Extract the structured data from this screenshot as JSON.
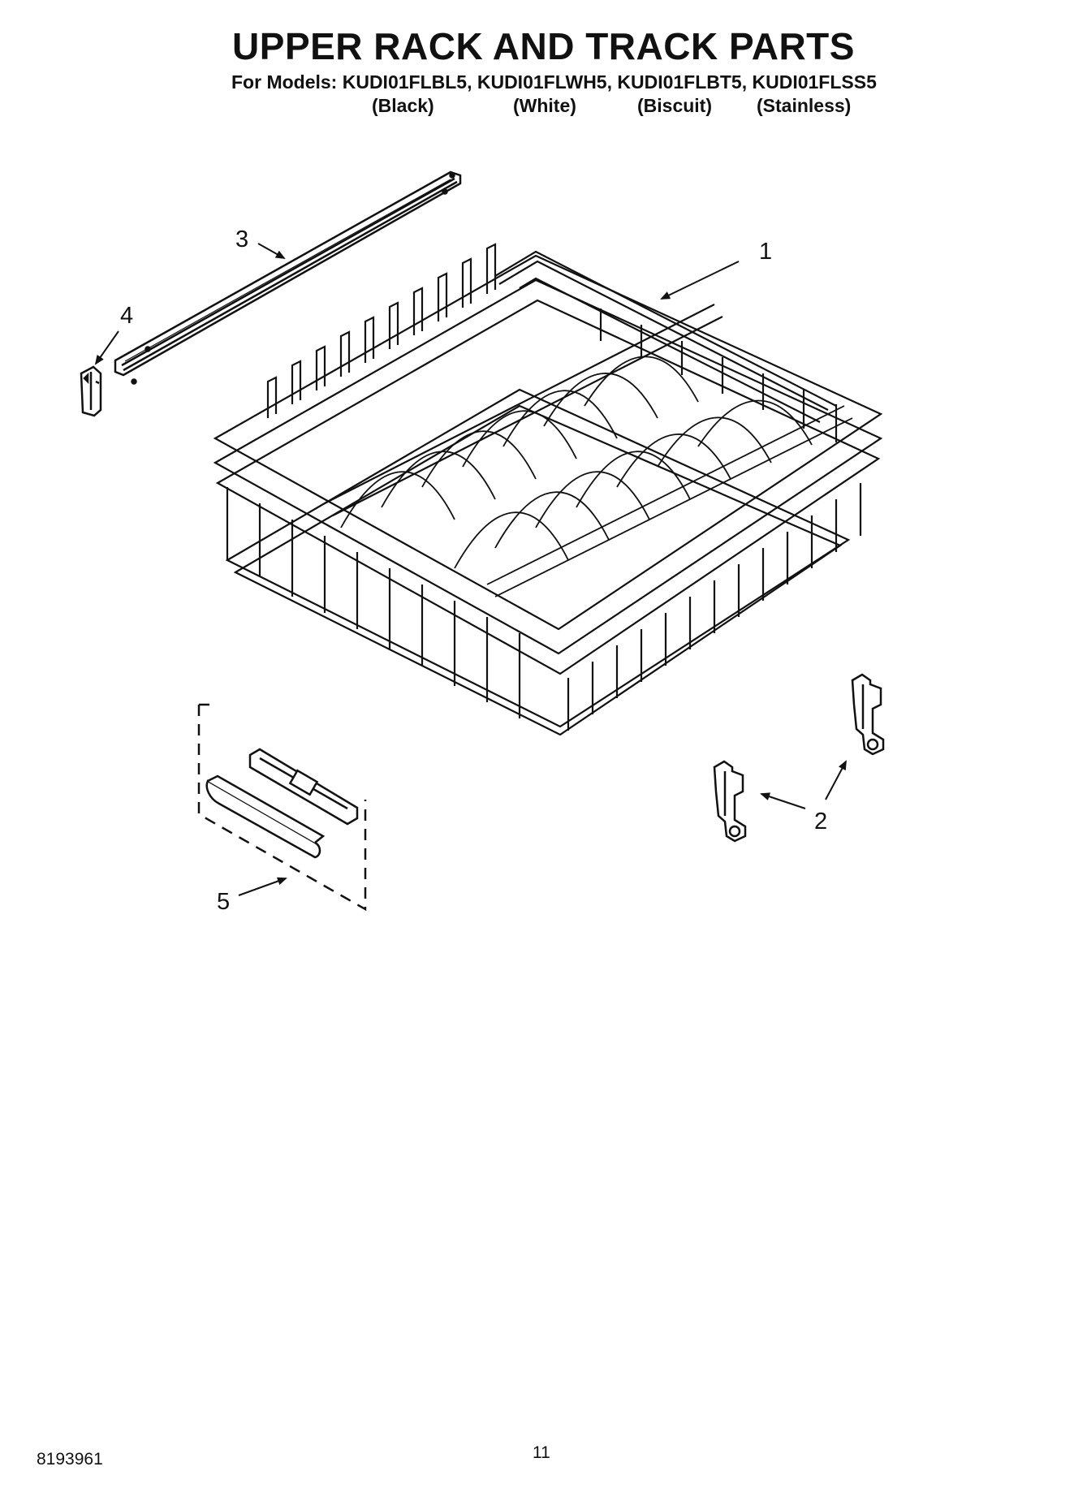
{
  "title": "UPPER RACK AND TRACK PARTS",
  "models_line": "For Models: KUDI01FLBL5, KUDI01FLWH5, KUDI01FLBT5, KUDI01FLSS5",
  "colors": [
    "(Black)",
    "(White)",
    "(Biscuit)",
    "(Stainless)"
  ],
  "callouts": {
    "rack": "1",
    "roller": "2",
    "track": "3",
    "end_cap": "4",
    "handle": "5"
  },
  "footer": {
    "code": "8193961",
    "page": "11"
  }
}
